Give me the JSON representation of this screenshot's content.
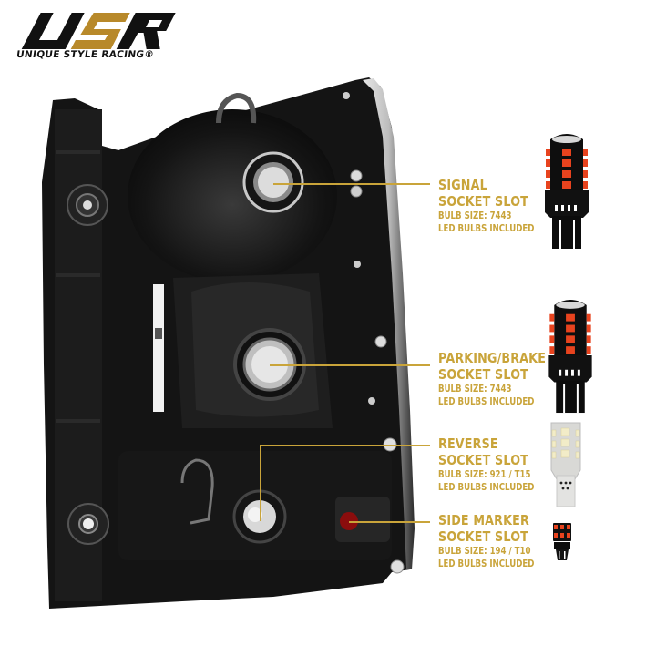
{
  "brand": {
    "logo_text": "USR",
    "tagline": "UNIQUE STYLE RACING®",
    "colors": {
      "black": "#111111",
      "gold": "#b8892a"
    }
  },
  "accent_color": "#c9a43a",
  "product": {
    "name": "Tail light housing (rear view)",
    "callouts": [
      {
        "title_line1": "SIGNAL",
        "title_line2": "SOCKET SLOT",
        "bulb_size": "BULB SIZE: 7443",
        "included": "LED BULBS INCLUDED",
        "bulb_icon": "red-led-7443-bulb-icon"
      },
      {
        "title_line1": "PARKING/BRAKE",
        "title_line2": "SOCKET SLOT",
        "bulb_size": "BULB SIZE: 7443",
        "included": "LED BULBS INCLUDED",
        "bulb_icon": "red-led-7443-bulb-icon"
      },
      {
        "title_line1": "REVERSE",
        "title_line2": "SOCKET SLOT",
        "bulb_size": "BULB SIZE: 921 / T15",
        "included": "LED BULBS INCLUDED",
        "bulb_icon": "white-led-921-bulb-icon"
      },
      {
        "title_line1": "SIDE MARKER",
        "title_line2": "SOCKET SLOT",
        "bulb_size": "BULB SIZE: 194 / T10",
        "included": "LED BULBS INCLUDED",
        "bulb_icon": "red-led-194-bulb-icon"
      }
    ]
  }
}
